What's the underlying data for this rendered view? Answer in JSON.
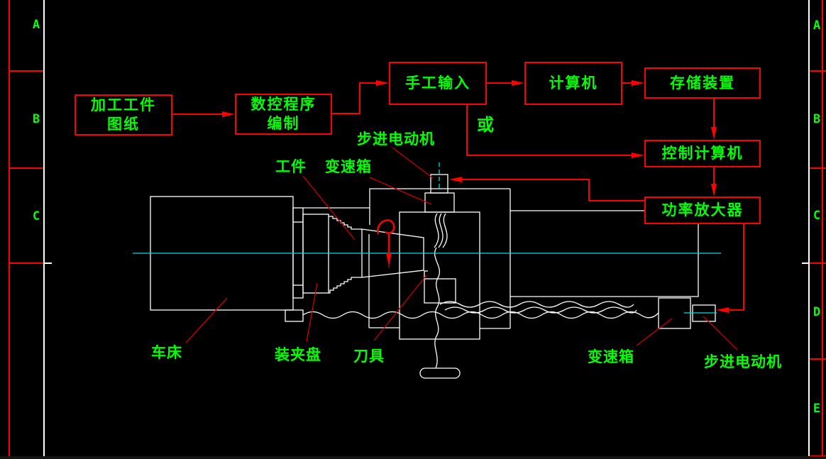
{
  "colors": {
    "background": "#000000",
    "flow_line_red": "#ff0000",
    "text_green": "#00ff00",
    "machine_white": "#ffffff",
    "centerline_cyan": "#00e0e0"
  },
  "border": {
    "left_letters": [
      "A",
      "B",
      "C"
    ],
    "right_letters": [
      "A",
      "B",
      "C",
      "D",
      "E"
    ]
  },
  "flowchart": {
    "boxes": [
      {
        "id": "workpiece-drawing",
        "lines": [
          "加工工件",
          "图纸"
        ]
      },
      {
        "id": "nc-programming",
        "lines": [
          "数控程序",
          "编制"
        ]
      },
      {
        "id": "manual-input",
        "lines": [
          "手工输入"
        ]
      },
      {
        "id": "computer",
        "lines": [
          "计算机"
        ]
      },
      {
        "id": "storage-device",
        "lines": [
          "存储装置"
        ]
      },
      {
        "id": "control-computer",
        "lines": [
          "控制计算机"
        ]
      },
      {
        "id": "power-amplifier",
        "lines": [
          "功率放大器"
        ]
      }
    ],
    "or_label": "或"
  },
  "machine_labels": {
    "stepper_top": "步进电动机",
    "workpiece": "工件",
    "gearbox_top": "变速箱",
    "lathe": "车床",
    "chuck": "装夹盘",
    "tool": "刀具",
    "gearbox_right": "变速箱",
    "stepper_right": "步进电动机"
  }
}
